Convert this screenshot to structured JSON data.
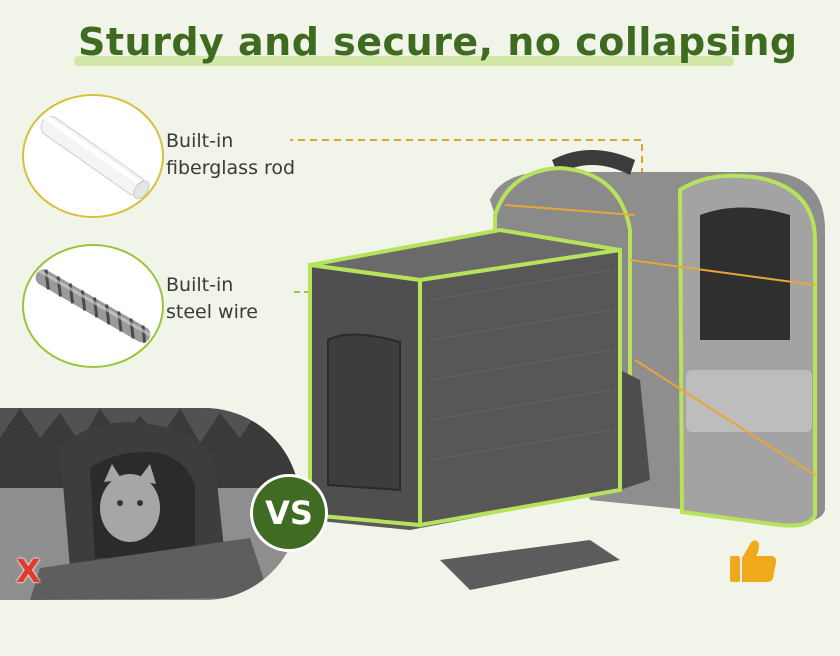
{
  "header": {
    "title": "Sturdy and secure, no collapsing"
  },
  "features": [
    {
      "label": "Built-in\nfiberglass rod",
      "icon": "fiberglass-rod-icon"
    },
    {
      "label": "Built-in\nsteel wire",
      "icon": "steel-wire-icon"
    }
  ],
  "comparison": {
    "vs_label": "VS",
    "bad_mark": "X",
    "good_icon": "thumbs-up-icon"
  },
  "colors": {
    "title": "#3e6b1f",
    "accent_yellow": "#d7c13a",
    "accent_green": "#9ac53b",
    "frame_outline": "#a7d94a",
    "bad": "#e23a2a",
    "good": "#f0a81c"
  }
}
